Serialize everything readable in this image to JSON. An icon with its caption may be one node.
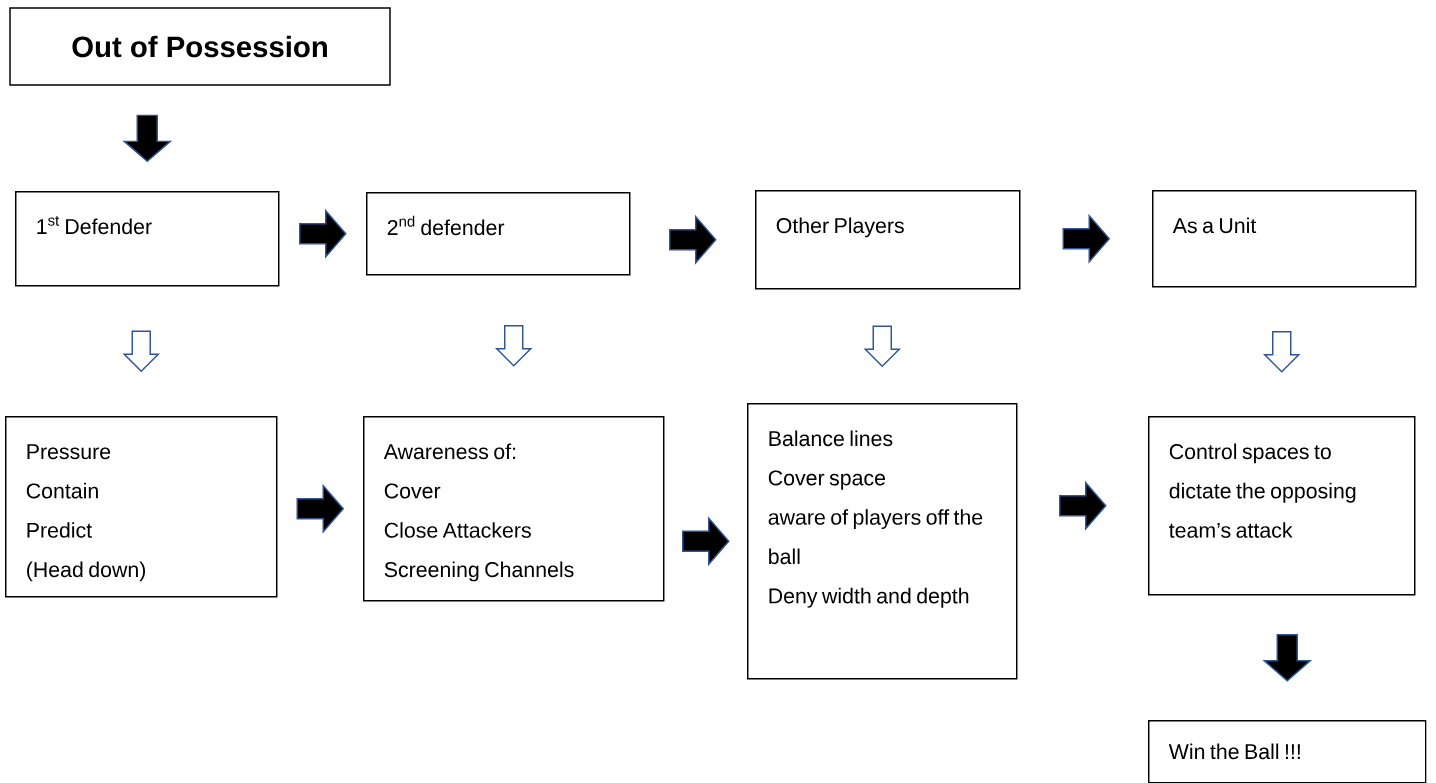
{
  "diagram": {
    "nodes": [
      {
        "text": [
          "Out of Possession"
        ]
      },
      {
        "text": [
          "1$^{st}$ Defender"
        ]
      },
      {
        "text": [
          "2$^{nd}$ defender"
        ]
      },
      {
        "text": [
          "Other Players"
        ]
      },
      {
        "text": [
          "As a Unit"
        ]
      },
      {
        "text": [
          "Pressure",
          "Contain",
          "Predict",
          "(Head down)"
        ]
      },
      {
        "text": [
          "Awareness of:",
          "Cover",
          "Close Attackers",
          "Screening Channels"
        ]
      },
      {
        "text": [
          "Balance lines",
          "Cover space",
          "aware of players off the ball",
          "Deny width and depth"
        ]
      },
      {
        "text": [
          "Control spaces to dictate the opposing team’s attack"
        ]
      },
      {
        "text": [
          "Win the Ball !!!"
        ]
      }
    ],
    "edges": [
      {
        "from": 0,
        "to": 1,
        "arrow": "to"
      },
      {
        "from": 1,
        "to": 2,
        "arrow": "to"
      },
      {
        "from": 2,
        "to": 3,
        "arrow": "to"
      },
      {
        "from": 3,
        "to": 4,
        "arrow": "to"
      },
      {
        "from": 1,
        "to": 5,
        "arrow": "to",
        "color": "#ffffff"
      },
      {
        "from": 2,
        "to": 6,
        "arrow": "to",
        "color": "#ffffff"
      },
      {
        "from": 3,
        "to": 7,
        "arrow": "to",
        "color": "#ffffff"
      },
      {
        "from": 4,
        "to": 8,
        "arrow": "to",
        "color": "#ffffff"
      },
      {
        "from": 5,
        "to": 6,
        "arrow": "to"
      },
      {
        "from": 6,
        "to": 7,
        "arrow": "to"
      },
      {
        "from": 7,
        "to": 8,
        "arrow": "to"
      },
      {
        "from": 8,
        "to": 9,
        "arrow": "to"
      }
    ]
  }
}
